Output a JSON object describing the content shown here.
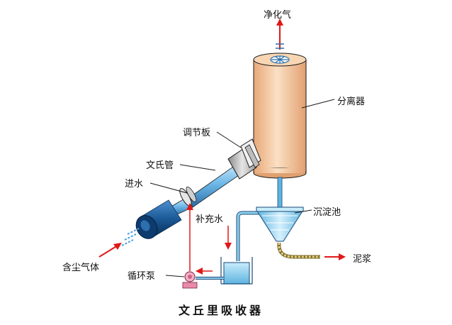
{
  "caption": "文丘里吸收器",
  "labels": {
    "clean_gas": "净化气",
    "separator": "分离器",
    "damper": "调节板",
    "venturi_tube": "文氏管",
    "water_inlet": "进水",
    "makeup_water": "补充水",
    "settling_tank": "沉淀池",
    "dusty_gas": "含尘气体",
    "circulation_pump": "循环泵",
    "slurry": "泥浆"
  },
  "colors": {
    "separator_body": "#f5c79a",
    "tube_light": "#7fc4ee",
    "tube_dark": "#1a5a96",
    "water": "#8fd0ee",
    "flow_arrow": "#e01818",
    "outline": "#1a1a1a"
  }
}
